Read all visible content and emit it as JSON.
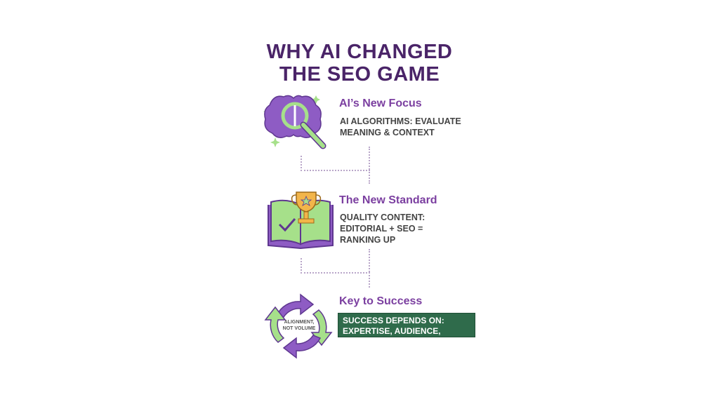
{
  "title_line1": "WHY AI CHANGED",
  "title_line2": "THE SEO GAME",
  "sections": [
    {
      "heading": "AI’s New Focus",
      "line1": "AI ALGORITHMS: EVALUATE",
      "line2": "MEANING & CONTEXT",
      "icon": "brain-magnifier-icon"
    },
    {
      "heading": "The New Standard",
      "line1": "QUALITY CONTENT:",
      "line2": "EDITORIAL + SEO =",
      "line3": "RANKING UP",
      "icon": "book-trophy-icon"
    },
    {
      "heading": "Key to Success",
      "line1": "SUCCESS DEPENDS ON:",
      "line2": "EXPERTISE, AUDIENCE, ECOSSTEM",
      "icon": "cycle-arrows-icon",
      "cycle_label1": "ALIGNMENT,",
      "cycle_label2": "NOT VOLUME"
    }
  ],
  "colors": {
    "purple": "#8e5cc4",
    "green": "#a6e08a",
    "dark_green": "#2f6b4b",
    "title": "#4a2468"
  }
}
